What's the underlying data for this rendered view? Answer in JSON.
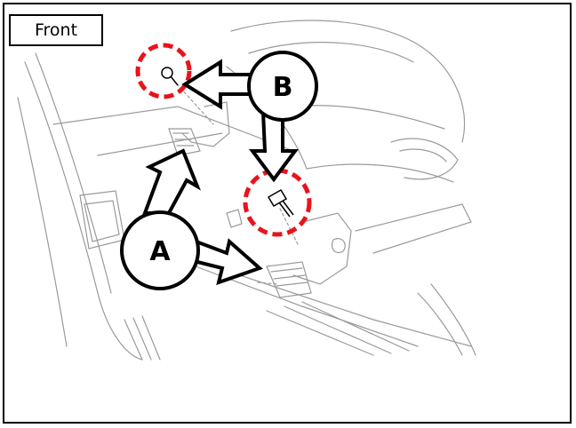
{
  "view_label": "Front",
  "callouts": [
    {
      "id": "A",
      "label": "A"
    },
    {
      "id": "B",
      "label": "B"
    }
  ],
  "colors": {
    "line_art": "#9a9a9a",
    "outline": "#000000",
    "highlight_circle": "#e8141b",
    "background": "#ffffff"
  }
}
